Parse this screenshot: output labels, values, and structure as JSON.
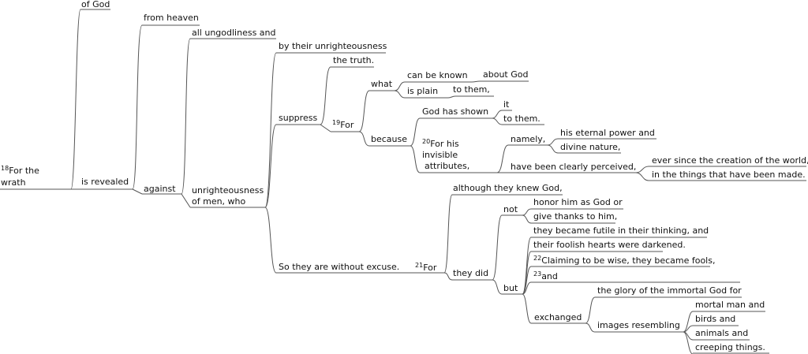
{
  "nodes": {
    "root_num": "18",
    "root_1": "For the",
    "root_2": "wrath",
    "of_god": "of God",
    "is_revealed": "is revealed",
    "from_heaven": "from heaven",
    "against": "against",
    "all_ungodliness": "all ungodliness and",
    "unrighteousness_1": "unrighteousness",
    "unrighteousness_2": "of men, who",
    "by_their": "by their unrighteousness",
    "suppress": "suppress",
    "the_truth": "the truth.",
    "for19_num": "19",
    "for19": "For",
    "what": "what",
    "can_be_known": "can be known",
    "about_god": "about God",
    "is_plain": "is plain",
    "to_them1": "to them,",
    "because": "because",
    "god_has_shown": "God has shown",
    "it": "it",
    "to_them2": "to them.",
    "for20_num": "20",
    "for20_1": "For his",
    "for20_2": "invisible",
    "for20_3": "attributes,",
    "namely": "namely,",
    "eternal_power": "his eternal power and",
    "divine_nature": "divine nature,",
    "clearly_perceived": "have been clearly perceived,",
    "ever_since": "ever since the creation of the world,",
    "things_made": "in the things that have been made.",
    "without_excuse": "So they are without excuse.",
    "for21_num": "21",
    "for21": "For",
    "although": "although they knew God,",
    "they_did": "they did",
    "not": "not",
    "honor": "honor him as God or",
    "give_thanks": "give thanks to him,",
    "but": "but",
    "futile": "they became futile in their thinking, and",
    "foolish": "their foolish hearts were darkened.",
    "claiming_num": "22",
    "claiming": "Claiming to be wise, they became fools,",
    "and23_num": "23",
    "and23": "and",
    "exchanged": "exchanged",
    "glory": "the glory of the immortal God for",
    "images": "images resembling",
    "mortal_man": "mortal man and",
    "birds": "birds and",
    "animals": "animals and",
    "creeping": "creeping things."
  }
}
